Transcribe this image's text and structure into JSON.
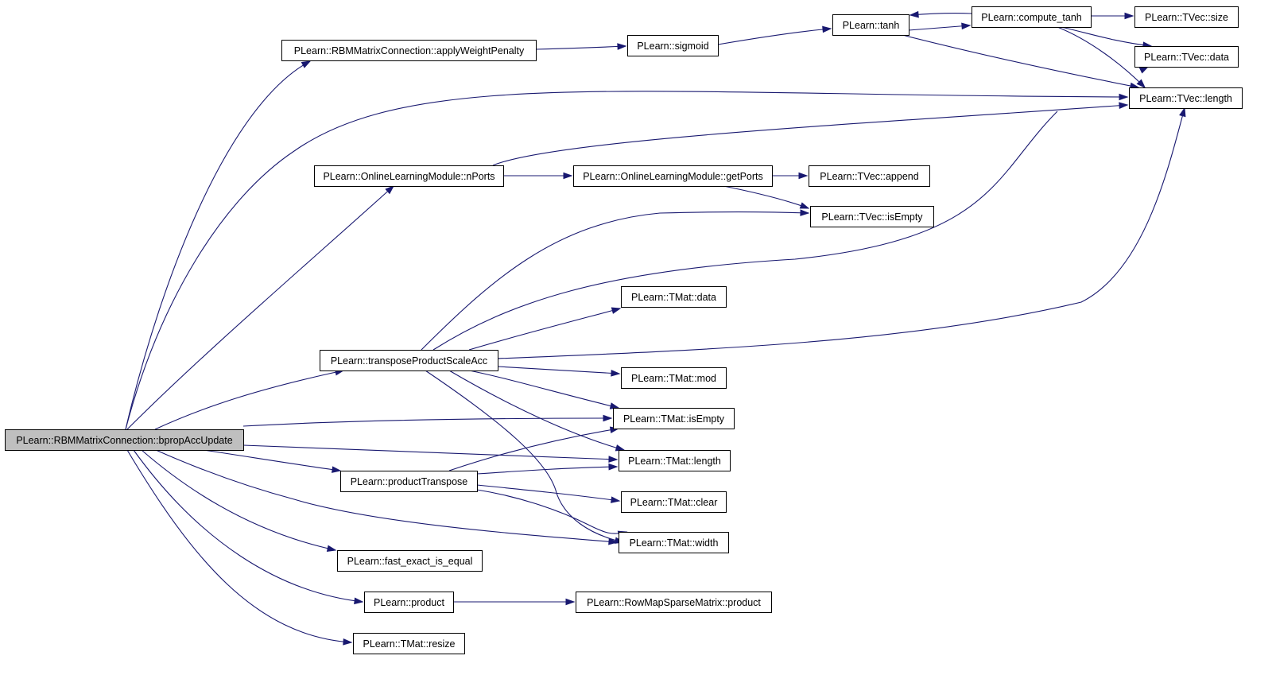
{
  "diagram": {
    "type": "call-graph",
    "colors": {
      "edge": "#191970",
      "root_fill": "#bfbfbf",
      "node_fill": "#ffffff",
      "border": "#000000"
    },
    "nodes": [
      {
        "id": "root",
        "label": "PLearn::RBMMatrixConnection::bpropAccUpdate",
        "root": true
      },
      {
        "id": "applyWeightPenalty",
        "label": "PLearn::RBMMatrixConnection::applyWeightPenalty"
      },
      {
        "id": "sigmoid",
        "label": "PLearn::sigmoid"
      },
      {
        "id": "tanh",
        "label": "PLearn::tanh"
      },
      {
        "id": "compute_tanh",
        "label": "PLearn::compute_tanh"
      },
      {
        "id": "tvec_size",
        "label": "PLearn::TVec::size"
      },
      {
        "id": "tvec_data",
        "label": "PLearn::TVec::data"
      },
      {
        "id": "tvec_length",
        "label": "PLearn::TVec::length"
      },
      {
        "id": "nPorts",
        "label": "PLearn::OnlineLearningModule::nPorts"
      },
      {
        "id": "getPorts",
        "label": "PLearn::OnlineLearningModule::getPorts"
      },
      {
        "id": "tvec_append",
        "label": "PLearn::TVec::append"
      },
      {
        "id": "tvec_isEmpty",
        "label": "PLearn::TVec::isEmpty"
      },
      {
        "id": "tmat_data",
        "label": "PLearn::TMat::data"
      },
      {
        "id": "transposeProductScaleAcc",
        "label": "PLearn::transposeProductScaleAcc"
      },
      {
        "id": "tmat_mod",
        "label": "PLearn::TMat::mod"
      },
      {
        "id": "tmat_isEmpty",
        "label": "PLearn::TMat::isEmpty"
      },
      {
        "id": "tmat_length",
        "label": "PLearn::TMat::length"
      },
      {
        "id": "productTranspose",
        "label": "PLearn::productTranspose"
      },
      {
        "id": "tmat_clear",
        "label": "PLearn::TMat::clear"
      },
      {
        "id": "tmat_width",
        "label": "PLearn::TMat::width"
      },
      {
        "id": "fast_exact_is_equal",
        "label": "PLearn::fast_exact_is_equal"
      },
      {
        "id": "product",
        "label": "PLearn::product"
      },
      {
        "id": "rowmap_product",
        "label": "PLearn::RowMapSparseMatrix::product"
      },
      {
        "id": "tmat_resize",
        "label": "PLearn::TMat::resize"
      }
    ],
    "edges": [
      {
        "from": "root",
        "to": "applyWeightPenalty"
      },
      {
        "from": "root",
        "to": "tvec_length"
      },
      {
        "from": "root",
        "to": "nPorts"
      },
      {
        "from": "root",
        "to": "transposeProductScaleAcc"
      },
      {
        "from": "root",
        "to": "tmat_isEmpty"
      },
      {
        "from": "root",
        "to": "tmat_length"
      },
      {
        "from": "root",
        "to": "productTranspose"
      },
      {
        "from": "root",
        "to": "tmat_width"
      },
      {
        "from": "root",
        "to": "fast_exact_is_equal"
      },
      {
        "from": "root",
        "to": "product"
      },
      {
        "from": "root",
        "to": "tmat_resize"
      },
      {
        "from": "applyWeightPenalty",
        "to": "sigmoid"
      },
      {
        "from": "sigmoid",
        "to": "tanh"
      },
      {
        "from": "tanh",
        "to": "compute_tanh"
      },
      {
        "from": "tanh",
        "to": "tvec_length"
      },
      {
        "from": "compute_tanh",
        "to": "tanh"
      },
      {
        "from": "compute_tanh",
        "to": "tvec_size"
      },
      {
        "from": "compute_tanh",
        "to": "tvec_data"
      },
      {
        "from": "compute_tanh",
        "to": "tvec_length"
      },
      {
        "from": "nPorts",
        "to": "getPorts"
      },
      {
        "from": "nPorts",
        "to": "tvec_length"
      },
      {
        "from": "getPorts",
        "to": "tvec_append"
      },
      {
        "from": "getPorts",
        "to": "tvec_isEmpty"
      },
      {
        "from": "transposeProductScaleAcc",
        "to": "tvec_isEmpty"
      },
      {
        "from": "transposeProductScaleAcc",
        "to": "tvec_data"
      },
      {
        "from": "transposeProductScaleAcc",
        "to": "tmat_data"
      },
      {
        "from": "transposeProductScaleAcc",
        "to": "tvec_length"
      },
      {
        "from": "transposeProductScaleAcc",
        "to": "tmat_mod"
      },
      {
        "from": "transposeProductScaleAcc",
        "to": "tmat_isEmpty"
      },
      {
        "from": "transposeProductScaleAcc",
        "to": "tmat_length"
      },
      {
        "from": "transposeProductScaleAcc",
        "to": "tmat_width"
      },
      {
        "from": "productTranspose",
        "to": "tmat_isEmpty"
      },
      {
        "from": "productTranspose",
        "to": "tmat_length"
      },
      {
        "from": "productTranspose",
        "to": "tmat_clear"
      },
      {
        "from": "productTranspose",
        "to": "tmat_width"
      },
      {
        "from": "product",
        "to": "rowmap_product"
      }
    ]
  }
}
